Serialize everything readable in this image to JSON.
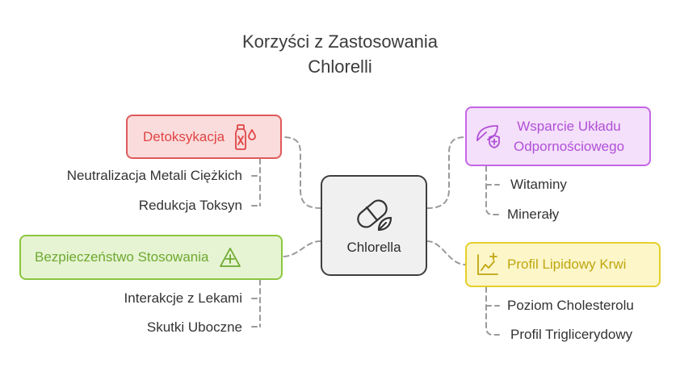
{
  "title": {
    "line1": "Korzyści z Zastosowania",
    "line2": "Chlorelli"
  },
  "center": {
    "label": "Chlorella",
    "icon": "capsule-leaf-icon"
  },
  "branches": {
    "detox": {
      "label": "Detoksykacja",
      "icon": "toxin-bottle-icon",
      "color": "#e05a5a",
      "items": [
        "Neutralizacja Metali Ciężkich",
        "Redukcja Toksyn"
      ]
    },
    "safety": {
      "label": "Bezpieczeństwo Stosowania",
      "icon": "warning-triangle-icon",
      "color": "#8cc63f",
      "items": [
        "Interakcje z Lekami",
        "Skutki Uboczne"
      ]
    },
    "immune": {
      "label_line1": "Wsparcie Układu",
      "label_line2": "Odpornościowego",
      "icon": "shield-leaf-icon",
      "color": "#c565e6",
      "items": [
        "Witaminy",
        "Minerały"
      ]
    },
    "lipid": {
      "label": "Profil Lipidowy Krwi",
      "icon": "chart-plus-icon",
      "color": "#e3cf2c",
      "items": [
        "Poziom Cholesterolu",
        "Profil Triglicerydowy"
      ]
    }
  }
}
